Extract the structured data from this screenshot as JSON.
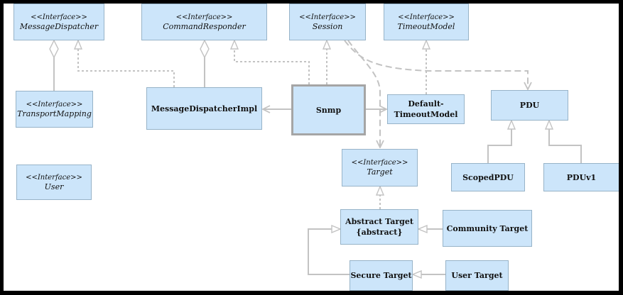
{
  "nodes": {
    "message_dispatcher": {
      "stereotype": "<<Interface>>",
      "name": "MessageDispatcher"
    },
    "command_responder": {
      "stereotype": "<<Interface>>",
      "name": "CommandResponder"
    },
    "session": {
      "stereotype": "<<Interface>>",
      "name": "Session"
    },
    "timeout_model": {
      "stereotype": "<<Interface>>",
      "name": "TimeoutModel"
    },
    "transport_mapping": {
      "stereotype": "<<Interface>>",
      "name": "TransportMapping"
    },
    "message_dispatcher_impl": {
      "name": "MessageDispatcherImpl"
    },
    "snmp": {
      "name": "Snmp"
    },
    "default_timeout_model": {
      "line1": "Default-",
      "line2": "TimeoutModel"
    },
    "pdu": {
      "name": "PDU"
    },
    "user": {
      "stereotype": "<<Interface>>",
      "name": "User"
    },
    "target": {
      "stereotype": "<<Interface>>",
      "name": "Target"
    },
    "scoped_pdu": {
      "name": "ScopedPDU"
    },
    "pduv1": {
      "name": "PDUv1"
    },
    "abstract_target": {
      "line1": "Abstract Target",
      "line2": "{abstract}"
    },
    "community_target": {
      "name": "Community Target"
    },
    "secure_target": {
      "name": "Secure Target"
    },
    "user_target": {
      "name": "User Target"
    }
  },
  "colors": {
    "background": "#ffffff",
    "frame": "#000000",
    "node_fill": "#cce5fa",
    "node_border": "#97b3c8",
    "edge": "#c3c3c3"
  }
}
